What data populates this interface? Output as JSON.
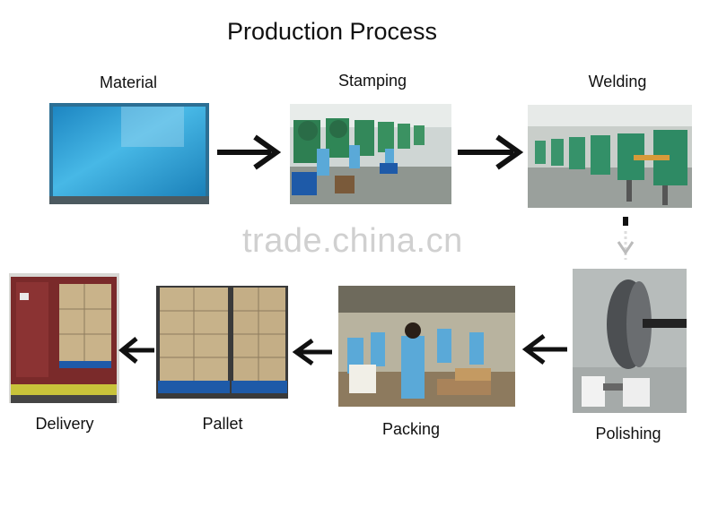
{
  "title": "Production Process",
  "watermark": "trade.china.cn",
  "steps": [
    {
      "label": "Material"
    },
    {
      "label": "Stamping"
    },
    {
      "label": "Welding"
    },
    {
      "label": "Polishing"
    },
    {
      "label": "Packing"
    },
    {
      "label": "Pallet"
    },
    {
      "label": "Delivery"
    }
  ],
  "colors": {
    "arrow": "#111111",
    "worker_uniform": "#5aa9d8",
    "machine_green": "#2e8a64",
    "sheet_blue": "#2ea6d8",
    "crate_blue": "#1e5aa8",
    "truck_red": "#7a2a2a"
  }
}
